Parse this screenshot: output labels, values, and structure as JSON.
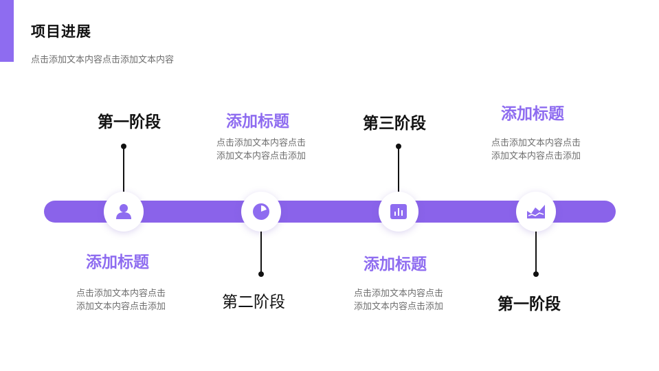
{
  "header": {
    "title": "项目进展",
    "subtitle": "点击添加文本内容点击添加文本内容"
  },
  "colors": {
    "accent": "#8e6cf0",
    "bar": "#8a63ea"
  },
  "nodes": [
    {
      "icon": "user-icon",
      "stage": "第一阶段",
      "heading": "添加标题",
      "desc1": "点击添加文本内容点击",
      "desc2": "添加文本内容点击添加"
    },
    {
      "icon": "pie-chart-icon",
      "stage": "第二阶段",
      "heading": "添加标题",
      "desc1": "点击添加文本内容点击",
      "desc2": "添加文本内容点击添加"
    },
    {
      "icon": "bar-chart-icon",
      "stage": "第三阶段",
      "heading": "添加标题",
      "desc1": "点击添加文本内容点击",
      "desc2": "添加文本内容点击添加"
    },
    {
      "icon": "area-chart-icon",
      "stage": "第一阶段",
      "heading": "添加标题",
      "desc1": "点击添加文本内容点击",
      "desc2": "添加文本内容点击添加"
    }
  ]
}
